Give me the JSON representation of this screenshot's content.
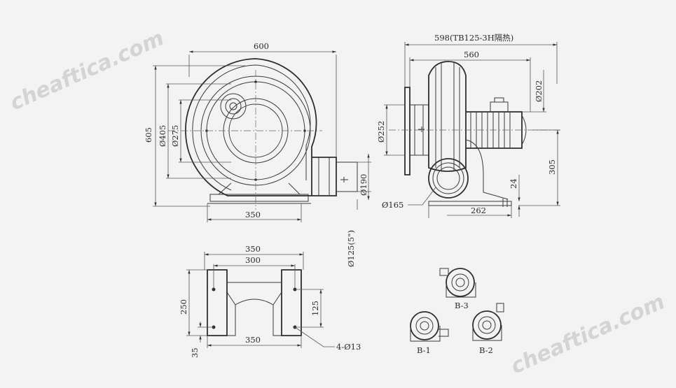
{
  "watermark": "cheaftica.com",
  "front_view": {
    "width_dim": "600",
    "height_dim": "605",
    "dia_outer": "Ø405",
    "dia_inner": "Ø275",
    "base_width": "350",
    "outlet_dia": "Ø190",
    "outlet_size": "Ø125(5\")"
  },
  "side_view": {
    "total_length": "598(TB125-3H隔热)",
    "body_length": "560",
    "motor_dia": "Ø202",
    "flange_dia": "Ø252",
    "height_dim": "305",
    "foot_offset": "24",
    "foot_length": "262",
    "inlet_dia": "Ø165"
  },
  "base_view": {
    "outer_width": "350",
    "inner_width": "300",
    "depth": "250",
    "hole_spacing": "125",
    "bottom_width": "350",
    "edge_offset": "35",
    "holes": "4-Ø13"
  },
  "variants": {
    "b1": "B-1",
    "b2": "B-2",
    "b3": "B-3"
  }
}
